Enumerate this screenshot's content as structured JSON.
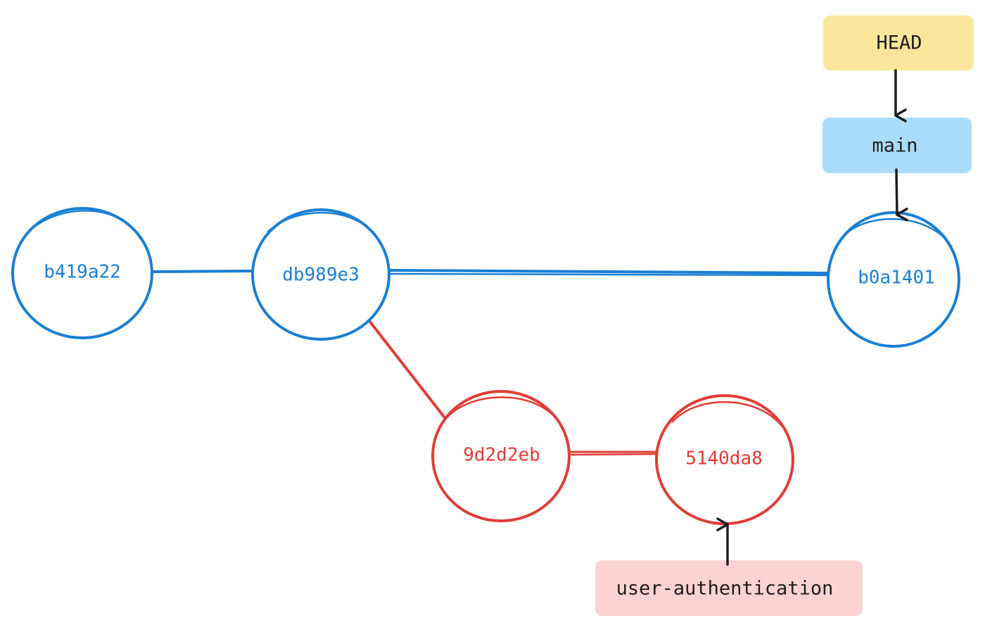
{
  "colors": {
    "main_branch": "#1a7fd4",
    "feature_branch": "#e03d36",
    "arrow": "#1e1e1e",
    "head_fill": "#fbe69b",
    "main_fill": "#aadcfb",
    "feature_fill": "#fdd2d3"
  },
  "commits": [
    {
      "id": "b419a22",
      "branch": "main"
    },
    {
      "id": "db989e3",
      "branch": "main"
    },
    {
      "id": "b0a1401",
      "branch": "main"
    },
    {
      "id": "9d2d2eb",
      "branch": "user-authentication"
    },
    {
      "id": "5140da8",
      "branch": "user-authentication"
    }
  ],
  "refs": {
    "head": "HEAD",
    "main": "main",
    "feature": "user-authentication"
  }
}
